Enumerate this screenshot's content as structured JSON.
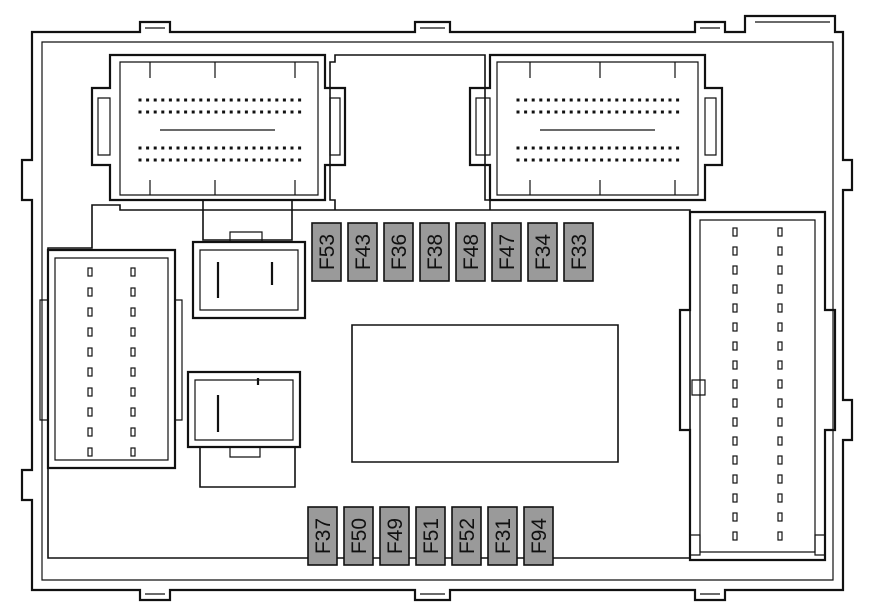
{
  "fuses_top": [
    "F53",
    "F43",
    "F36",
    "F38",
    "F48",
    "F47",
    "F34",
    "F33"
  ],
  "fuses_bottom": [
    "F37",
    "F50",
    "F49",
    "F51",
    "F52",
    "F31",
    "F94"
  ],
  "colors": {
    "fuse_fill": "#9a9a9a",
    "line": "#111111",
    "background": "#ffffff"
  },
  "icons": [
    "connector-pin-grid",
    "relay-socket"
  ]
}
